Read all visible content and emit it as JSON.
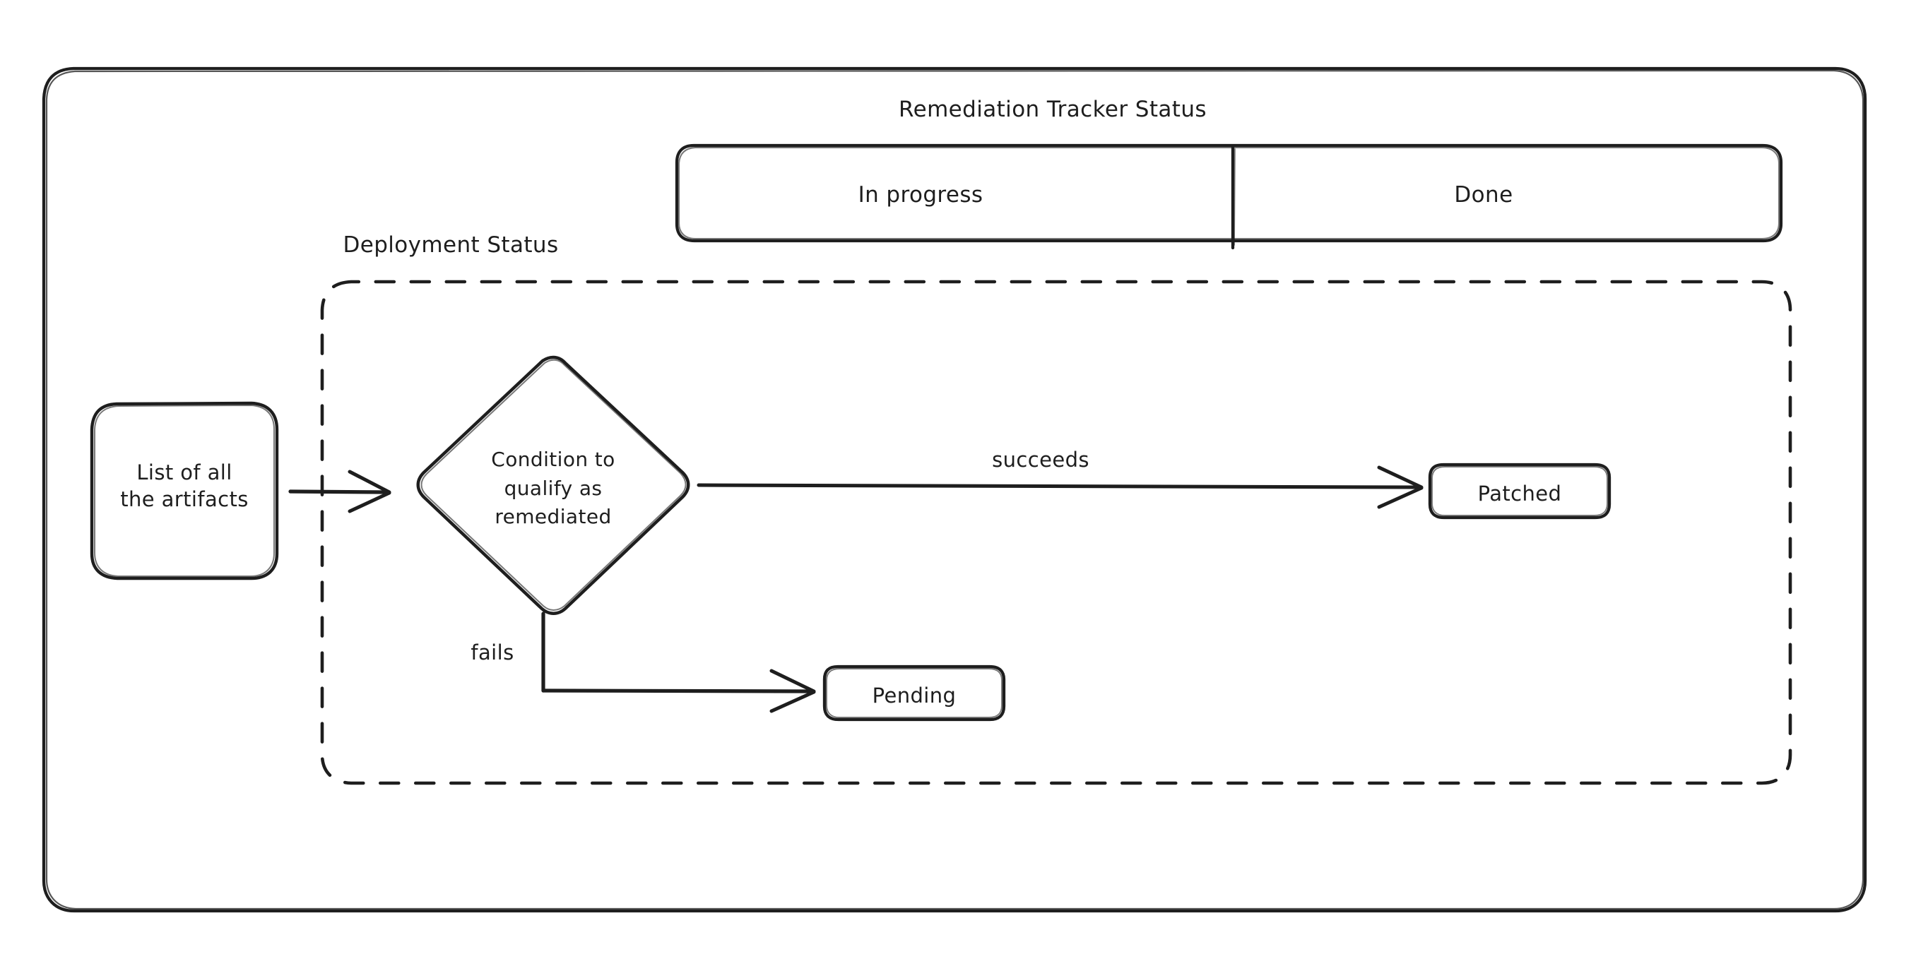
{
  "diagram": {
    "type": "flowchart",
    "style": "hand-drawn",
    "stroke_color": "#1e1e1e",
    "background_color": "#ffffff",
    "outer_frame": {
      "name": "outer-container",
      "shape": "rounded-rectangle"
    },
    "swimlane": {
      "title": "Remediation Tracker Status",
      "lanes": [
        {
          "id": "in-progress",
          "label": "In progress"
        },
        {
          "id": "done",
          "label": "Done"
        }
      ]
    },
    "group": {
      "title": "Deployment Status",
      "border": "dashed"
    },
    "nodes": [
      {
        "id": "artifacts",
        "label": "List of all\nthe artifacts",
        "shape": "rounded-rectangle",
        "line1": "List of all",
        "line2": "the artifacts"
      },
      {
        "id": "condition",
        "label": "Condition to\nqualify as\nremediated",
        "shape": "diamond",
        "line1": "Condition to",
        "line2": "qualify as",
        "line3": "remediated"
      },
      {
        "id": "patched",
        "label": "Patched",
        "shape": "rounded-rectangle"
      },
      {
        "id": "pending",
        "label": "Pending",
        "shape": "rounded-rectangle"
      }
    ],
    "edges": [
      {
        "id": "artifacts-to-condition",
        "from": "artifacts",
        "to": "condition",
        "label": ""
      },
      {
        "id": "condition-to-patched",
        "from": "condition",
        "to": "patched",
        "label": "succeeds"
      },
      {
        "id": "condition-to-pending",
        "from": "condition",
        "to": "pending",
        "label": "fails"
      }
    ]
  }
}
